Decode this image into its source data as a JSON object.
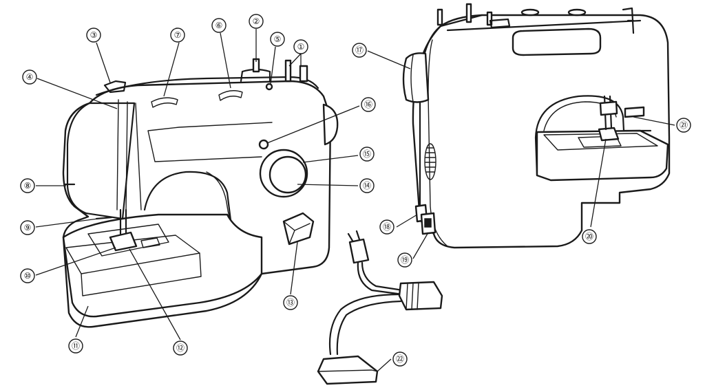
{
  "callouts": [
    {
      "id": "1",
      "label": "①"
    },
    {
      "id": "2",
      "label": "②"
    },
    {
      "id": "3",
      "label": "③"
    },
    {
      "id": "4",
      "label": "④"
    },
    {
      "id": "5",
      "label": "⑤"
    },
    {
      "id": "6",
      "label": "⑥"
    },
    {
      "id": "7",
      "label": "⑦"
    },
    {
      "id": "8",
      "label": "⑧"
    },
    {
      "id": "9",
      "label": "⑨"
    },
    {
      "id": "10",
      "label": "⑩"
    },
    {
      "id": "11",
      "label": "⑪"
    },
    {
      "id": "12",
      "label": "⑫"
    },
    {
      "id": "13",
      "label": "⑬"
    },
    {
      "id": "14",
      "label": "⑭"
    },
    {
      "id": "15",
      "label": "⑮"
    },
    {
      "id": "16",
      "label": "⑯"
    },
    {
      "id": "17",
      "label": "⑰"
    },
    {
      "id": "18",
      "label": "⑱"
    },
    {
      "id": "19",
      "label": "⑲"
    },
    {
      "id": "20",
      "label": "⑳"
    },
    {
      "id": "21",
      "label": "㉑"
    },
    {
      "id": "22",
      "label": "㉒"
    }
  ]
}
